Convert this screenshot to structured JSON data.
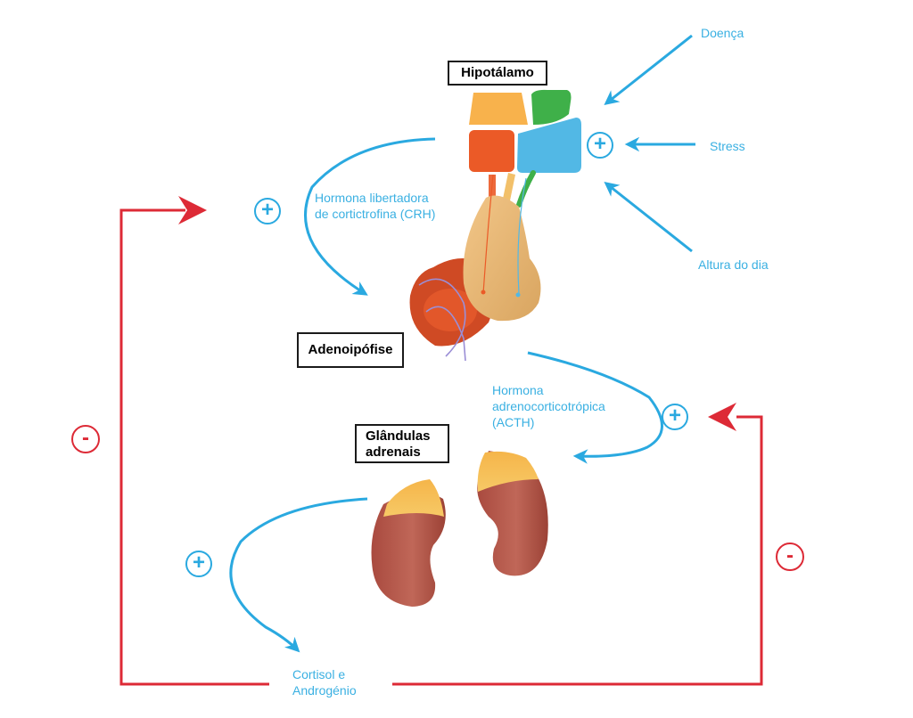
{
  "colors": {
    "stimulus_blue": "#2aa9e0",
    "label_blue": "#3ab0e2",
    "feedback_red": "#dd2a36",
    "box_border": "#1a1a1a"
  },
  "organs": {
    "hypothalamus": "Hipotálamo",
    "pituitary": "Adenoipófise",
    "adrenal_line1": "Glândulas",
    "adrenal_line2": "adrenais"
  },
  "stimuli": {
    "disease": "Doença",
    "stress": "Stress",
    "time_of_day": "Altura do dia"
  },
  "hormones": {
    "crh_line1": "Hormona libertadora",
    "crh_line2": "de cortictrofina (CRH)",
    "acth_line1": "Hormona",
    "acth_line2": "adrenocorticotrópica",
    "acth_line3": "(ACTH)",
    "cortisol_line1": "Cortisol e",
    "cortisol_line2": "Androgénio"
  },
  "signs": {
    "plus": "+",
    "minus": "-"
  }
}
